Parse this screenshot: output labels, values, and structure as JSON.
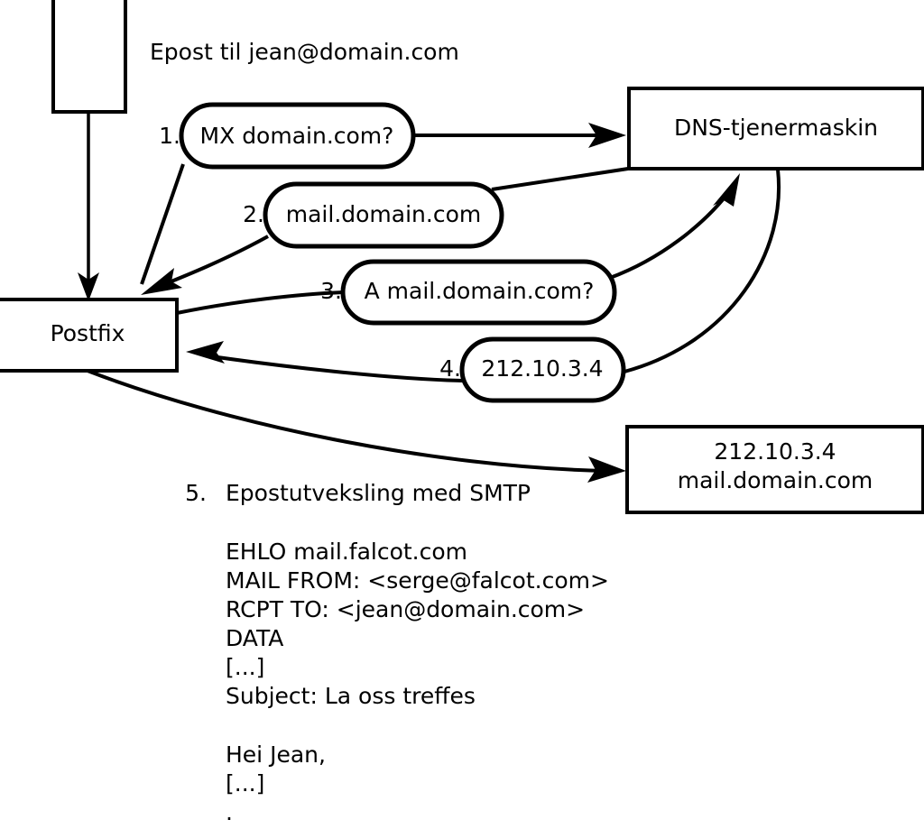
{
  "diagram": {
    "title_note": "Epost til jean@domain.com",
    "nodes": {
      "client": {
        "label": ""
      },
      "postfix": {
        "label": "Postfix"
      },
      "dns": {
        "label": "DNS-tjenermaskin"
      },
      "mailserver": {
        "line1": "212.10.3.4",
        "line2": "mail.domain.com"
      }
    },
    "steps": [
      {
        "number": "1.",
        "label": "MX domain.com?"
      },
      {
        "number": "2.",
        "label": "mail.domain.com"
      },
      {
        "number": "3.",
        "label": "A mail.domain.com?"
      },
      {
        "number": "4.",
        "label": "212.10.3.4"
      }
    ],
    "step5": {
      "number": "5.",
      "label": "Epostutveksling med SMTP"
    },
    "smtp_transcript": [
      "EHLO mail.falcot.com",
      "MAIL FROM: <serge@falcot.com>",
      "RCPT TO: <jean@domain.com>",
      "DATA",
      "[...]",
      "Subject: La oss treffes",
      "",
      "Hei Jean,",
      "[...]",
      "."
    ],
    "colors": {
      "stroke": "#000000",
      "fill": "#ffffff",
      "background": "#ffffff"
    }
  }
}
